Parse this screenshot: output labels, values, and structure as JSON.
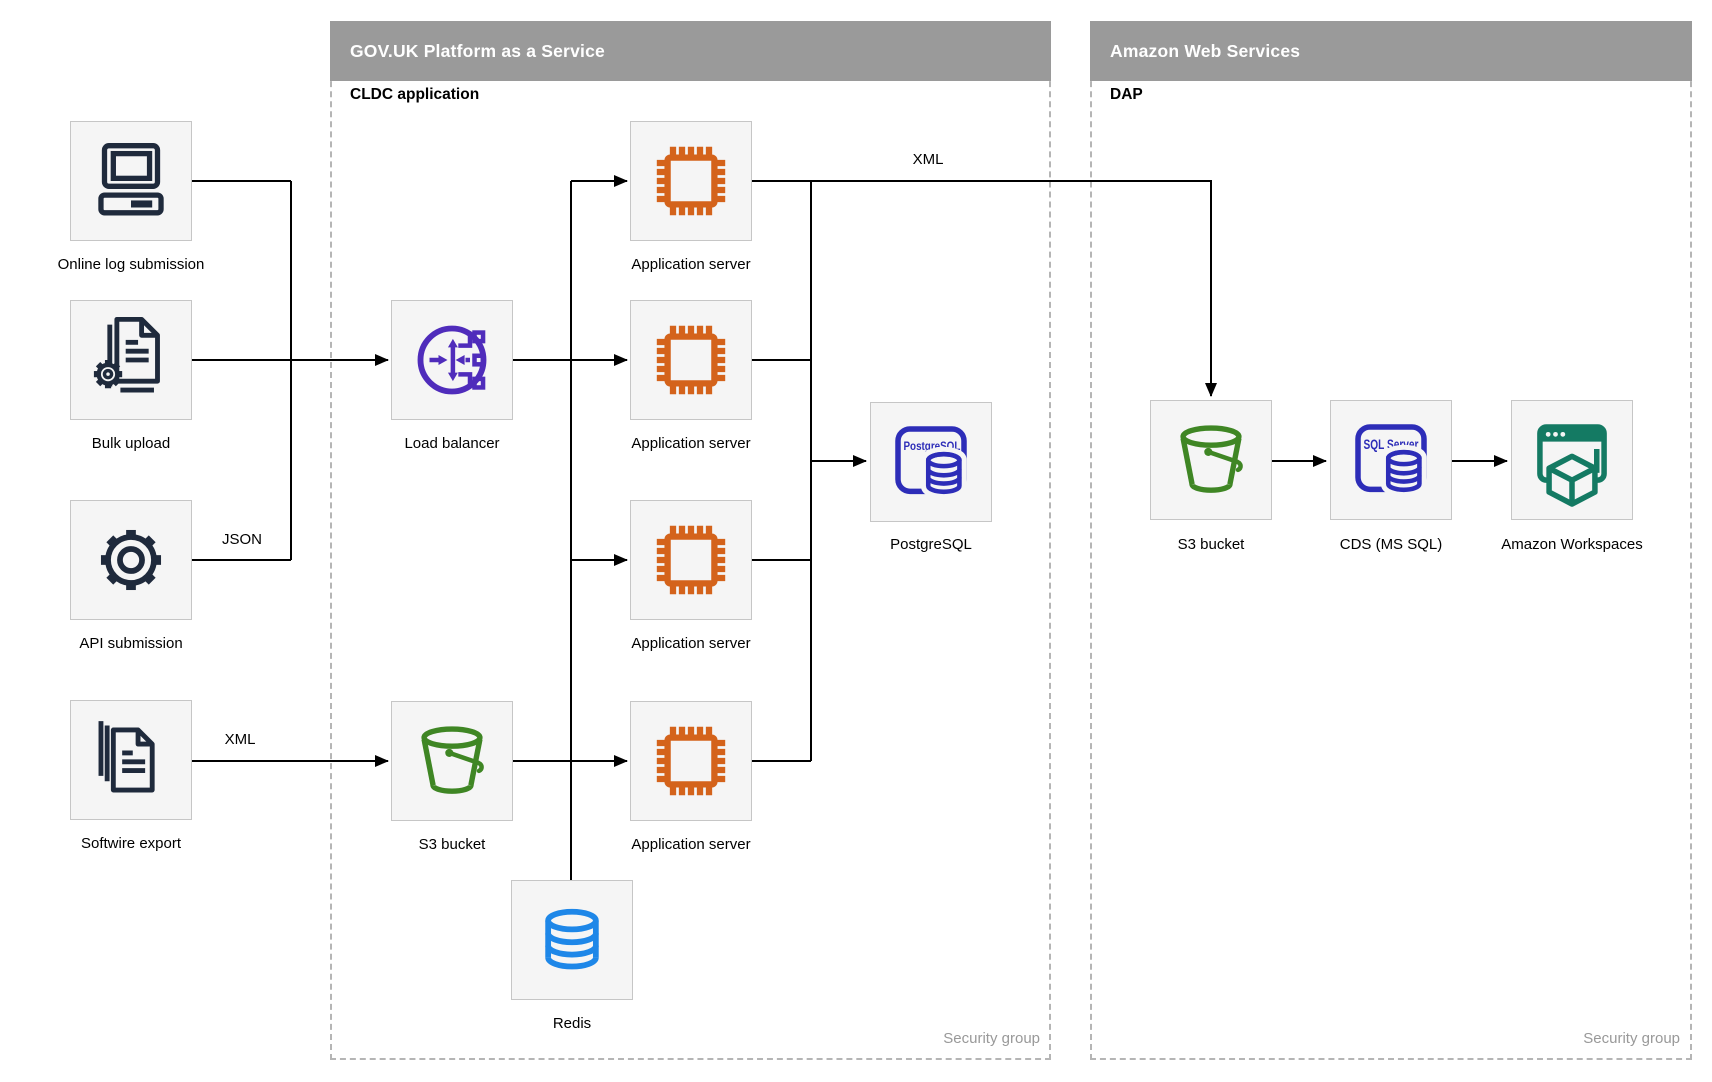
{
  "containers": {
    "paas": {
      "title": "GOV.UK Platform as a Service",
      "sublabel": "CLDC application",
      "footer": "Security group"
    },
    "aws": {
      "title": "Amazon Web Services",
      "sublabel": "DAP",
      "footer": "Security group"
    }
  },
  "nodes": {
    "online_log": {
      "label": "Online log submission"
    },
    "bulk_upload": {
      "label": "Bulk upload"
    },
    "api_submission": {
      "label": "API submission"
    },
    "softwire_export": {
      "label": "Softwire export"
    },
    "load_balancer": {
      "label": "Load balancer"
    },
    "app_server_1": {
      "label": "Application server"
    },
    "app_server_2": {
      "label": "Application server"
    },
    "app_server_3": {
      "label": "Application server"
    },
    "app_server_4": {
      "label": "Application server"
    },
    "postgresql": {
      "label": "PostgreSQL",
      "icon_text": "PostgreSQL"
    },
    "s3_bucket_paas": {
      "label": "S3 bucket"
    },
    "redis": {
      "label": "Redis"
    },
    "s3_bucket_aws": {
      "label": "S3 bucket"
    },
    "cds": {
      "label": "CDS (MS SQL)",
      "icon_text": "SQL Server"
    },
    "workspaces": {
      "label": "Amazon Workspaces"
    }
  },
  "edges": [
    {
      "from": "Online log submission",
      "to": "Load balancer",
      "label": ""
    },
    {
      "from": "Bulk upload",
      "to": "Load balancer",
      "label": ""
    },
    {
      "from": "API submission",
      "to": "Load balancer",
      "label": "JSON"
    },
    {
      "from": "Softwire export",
      "to": "S3 bucket (PaaS)",
      "label": "XML"
    },
    {
      "from": "Load balancer",
      "to": "Application servers",
      "label": ""
    },
    {
      "from": "Load balancer",
      "to": "Redis",
      "label": ""
    },
    {
      "from": "S3 bucket (PaaS)",
      "to": "Application server",
      "label": ""
    },
    {
      "from": "Application servers",
      "to": "PostgreSQL",
      "label": ""
    },
    {
      "from": "Application server",
      "to": "S3 bucket (AWS)",
      "label": "XML"
    },
    {
      "from": "S3 bucket (AWS)",
      "to": "CDS (MS SQL)",
      "label": ""
    },
    {
      "from": "CDS (MS SQL)",
      "to": "Amazon Workspaces",
      "label": ""
    }
  ],
  "colors": {
    "header_bg": "#9a9a9a",
    "dash": "#b5b5b5",
    "navy": "#1f2a3c",
    "orange": "#d4631b",
    "purple": "#4f2cbb",
    "green": "#3f8624",
    "indigo": "#2d2db8",
    "teal": "#147a63",
    "blue": "#1e87e8",
    "line": "#000000",
    "muted": "#999999"
  }
}
